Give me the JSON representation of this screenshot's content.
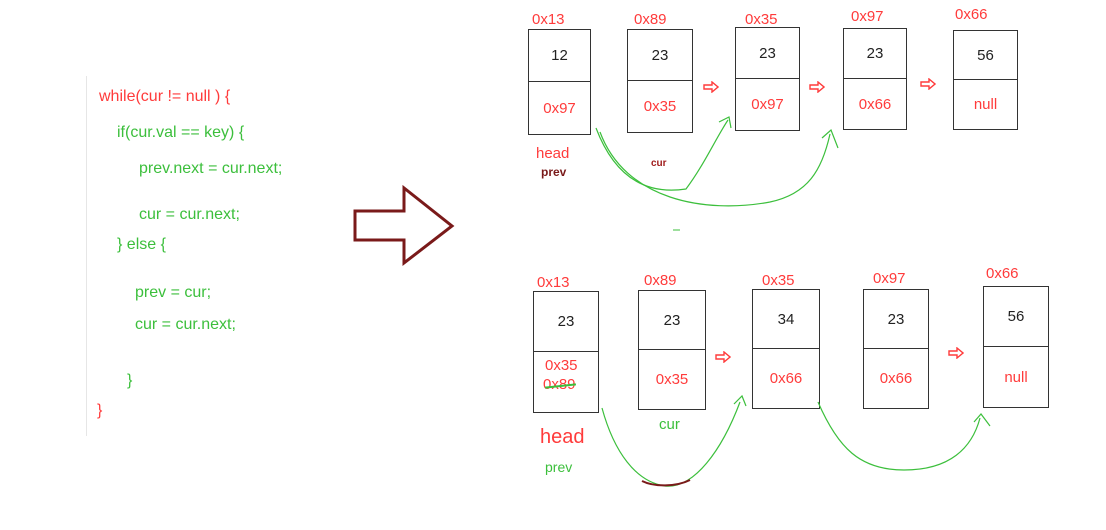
{
  "code": {
    "lines": [
      "while(cur != null )  {",
      "if(cur.val == key)  {",
      "prev.next = cur.next;",
      "cur = cur.next;",
      "} else {",
      "prev = cur;",
      "cur = cur.next;",
      "}",
      "}"
    ]
  },
  "diagram_top": {
    "nodes": [
      {
        "addr": "0x13",
        "val": "12",
        "next": "0x97"
      },
      {
        "addr": "0x89",
        "val": "23",
        "next": "0x35"
      },
      {
        "addr": "0x35",
        "val": "23",
        "next": "0x97"
      },
      {
        "addr": "0x97",
        "val": "23",
        "next": "0x66"
      },
      {
        "addr": "0x66",
        "val": "56",
        "next": "null"
      }
    ],
    "labels": {
      "head": "head",
      "prev": "prev",
      "cur": "cur"
    }
  },
  "diagram_bottom": {
    "nodes": [
      {
        "addr": "0x13",
        "val": "23",
        "next": "0x35",
        "old_next": "0x89"
      },
      {
        "addr": "0x89",
        "val": "23",
        "next": "0x35"
      },
      {
        "addr": "0x35",
        "val": "34",
        "next": "0x66"
      },
      {
        "addr": "0x97",
        "val": "23",
        "next": "0x66"
      },
      {
        "addr": "0x66",
        "val": "56",
        "next": "null"
      }
    ],
    "labels": {
      "head": "head",
      "prev": "prev",
      "cur": "cur"
    }
  },
  "colors": {
    "red": "#ff3b3b",
    "green": "#3cbf3c",
    "arrow_dark_red": "#7a1a1a"
  }
}
